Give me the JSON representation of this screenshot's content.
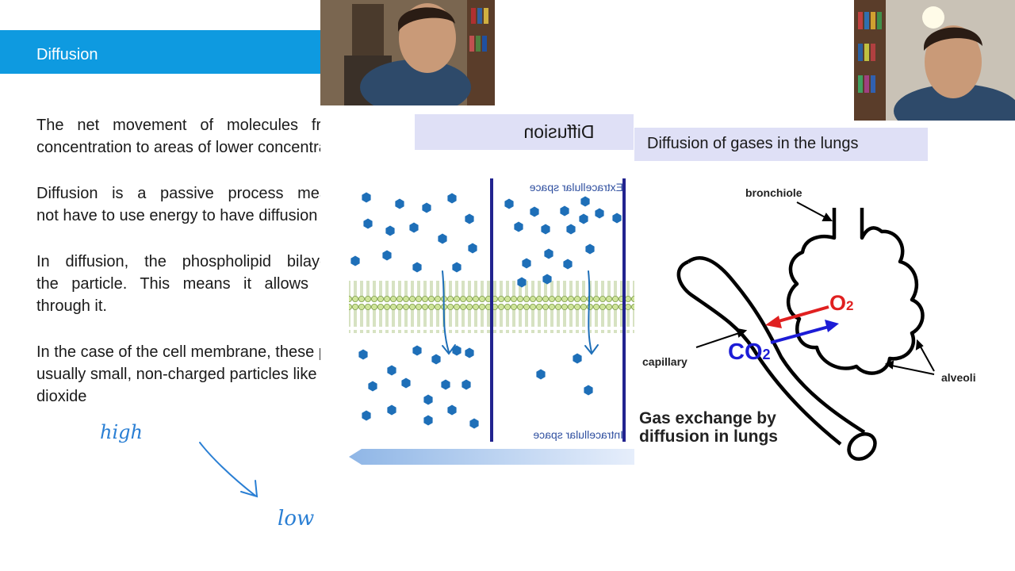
{
  "slide": {
    "title": "Diffusion",
    "paragraphs": [
      {
        "lines": [
          "The net movement of molecules from areas of higher",
          "concentration to areas of lower concentration."
        ]
      },
      {
        "lines": [
          "Diffusion is a passive process meaning the cell does",
          "not have to use energy to have diffusion occur."
        ]
      },
      {
        "lines": [
          "In diffusion, the phospholipid bilayer is permeable to",
          "the particle. This means it allows the particle to pass",
          "through it."
        ]
      },
      {
        "lines": [
          "In the case of the cell membrane, these particles are",
          "usually small, non-charged particles like oxygen and carbon",
          "dioxide"
        ]
      }
    ],
    "handwriting": {
      "word1": "high",
      "word2": "low"
    }
  },
  "diffusion_image": {
    "banner": "Diffusion",
    "top_label": "Extracellular space",
    "bottom_label": "Intracellular space"
  },
  "lung_image": {
    "banner": "Diffusion of gases in the lungs",
    "labels": {
      "bronchiole": "bronchiole",
      "capillary": "capillary",
      "alveoli": "alveoli",
      "o2": "O",
      "o2_sub": "2",
      "co2": "CO",
      "co2_sub": "2",
      "caption_line1": "Gas exchange by",
      "caption_line2": "diffusion in lungs"
    }
  },
  "colors": {
    "title_bar": "#0e9ae0",
    "banner": "#dfe0f6",
    "particle": "#1e6fb8",
    "membrane": "#cfe59a",
    "pen": "#2a7fd4",
    "o2_arrow": "#e02020",
    "co2_arrow": "#1c1cd6"
  },
  "webcams": [
    "presenter-webcam-left",
    "presenter-webcam-right"
  ]
}
